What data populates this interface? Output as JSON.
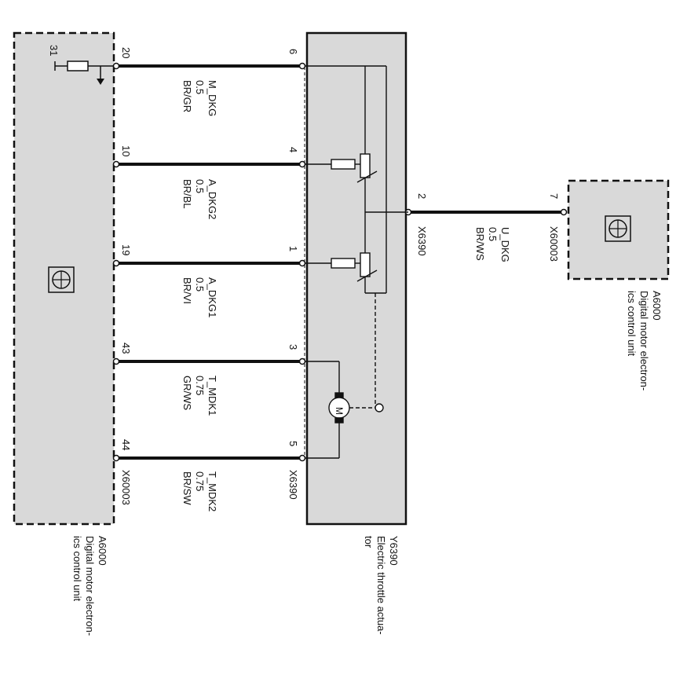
{
  "ecu_left": {
    "id": "A6000",
    "desc_line1": "Digital motor electron-",
    "desc_line2": "ics control unit",
    "connector": "X60003",
    "ground_pin": "31"
  },
  "ecu_right": {
    "id": "A6000",
    "desc_line1": "Digital motor electron-",
    "desc_line2": "ics control unit",
    "connector": "X60003",
    "pin": "7"
  },
  "actuator": {
    "id": "Y6390",
    "desc_line1": "Electric throttle actua-",
    "desc_line2": "tor",
    "connector_bottom": "X6390",
    "connector_right": "X6390",
    "right_pin": "2",
    "motor_symbol": "M"
  },
  "wires": [
    {
      "ecu_pin": "20",
      "act_pin": "6",
      "name": "M_DKG",
      "size": "0.5",
      "color": "BR/GR"
    },
    {
      "ecu_pin": "10",
      "act_pin": "4",
      "name": "A_DKG2",
      "size": "0.5",
      "color": "BR/BL"
    },
    {
      "ecu_pin": "19",
      "act_pin": "1",
      "name": "A_DKG1",
      "size": "0.5",
      "color": "BR/VI"
    },
    {
      "ecu_pin": "43",
      "act_pin": "3",
      "name": "T_MDK1",
      "size": "0.75",
      "color": "GR/WS"
    },
    {
      "ecu_pin": "44",
      "act_pin": "5",
      "name": "T_MDK2",
      "size": "0.75",
      "color": "BR/SW"
    }
  ],
  "supply_wire": {
    "name": "U_DKG",
    "size": "0.5",
    "color": "BR/WS"
  },
  "colors": {
    "box_fill": "#d9d9d9",
    "line": "#111111",
    "background": "#ffffff"
  }
}
